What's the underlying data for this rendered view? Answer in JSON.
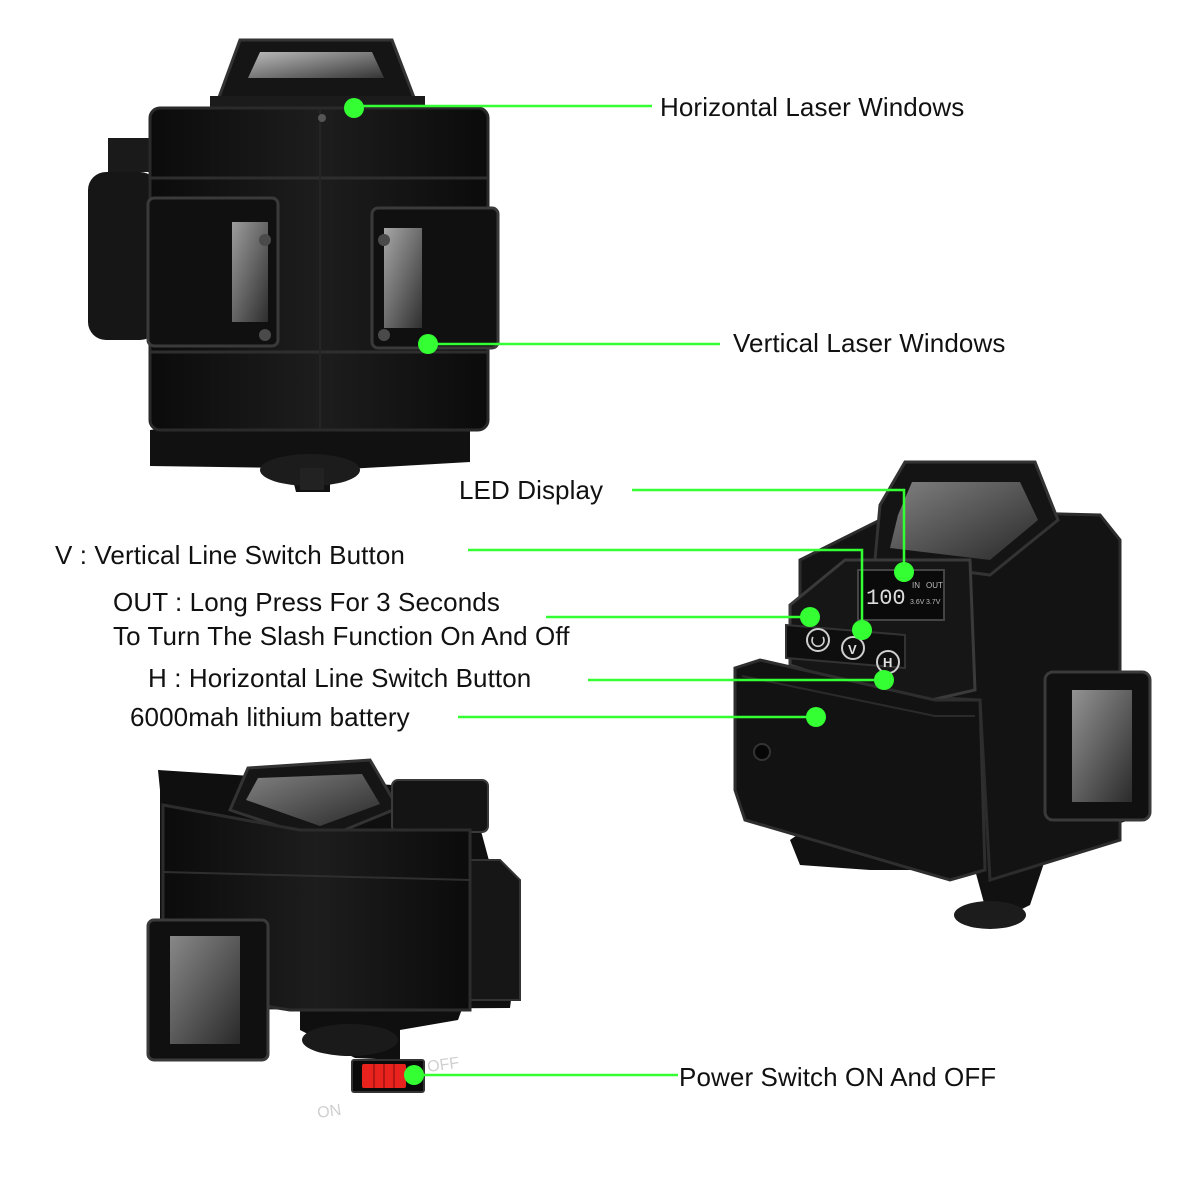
{
  "colors": {
    "background": "#ffffff",
    "accent_green": "#33ff33",
    "device_body": "#141414",
    "device_edge": "#2e2e2e",
    "switch_red": "#e8221d",
    "text": "#111111"
  },
  "callouts": {
    "horizontal_windows": "Horizontal Laser Windows",
    "vertical_windows": "Vertical Laser Windows",
    "led_display": "LED Display",
    "v_button": "V : Vertical Line Switch Button",
    "out_button_line1": "OUT : Long Press For 3 Seconds",
    "out_button_line2": "To Turn The Slash Function On And Off",
    "h_button": "H : Horizontal Line Switch Button",
    "battery": "6000mah lithium battery",
    "power_switch": "Power Switch ON And OFF"
  },
  "device_markings": {
    "display_digits": "100",
    "display_in": "IN",
    "display_out": "OUT",
    "display_v1": "3.6V",
    "display_v2": "3.7V",
    "button_v": "V",
    "button_h": "H",
    "switch_on": "ON",
    "switch_off": "OFF"
  },
  "icons": {
    "callout_dot": "green-dot-icon",
    "out_button": "power-out-icon"
  }
}
